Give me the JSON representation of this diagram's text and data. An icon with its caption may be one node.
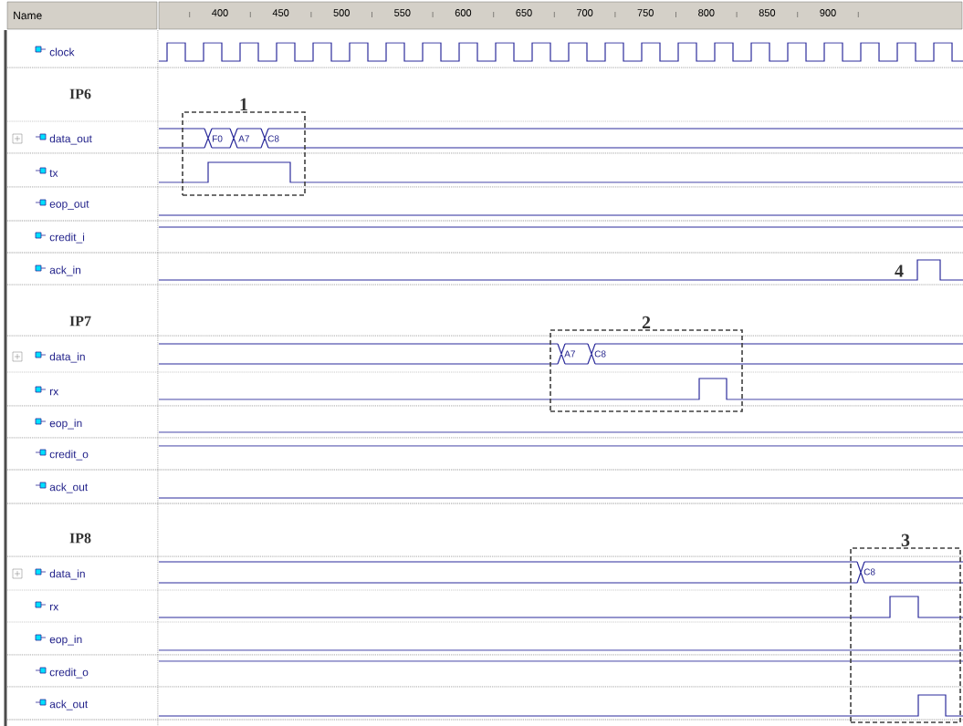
{
  "diagram": {
    "nodes": [
      {
        "text": [
          "1"
        ]
      },
      {
        "text": [
          "2"
        ]
      },
      {
        "text": [
          "3"
        ]
      }
    ],
    "labels": [
      "Name",
      "400",
      "450",
      "500",
      "550",
      "600",
      "650",
      "700",
      "750",
      "800",
      "850",
      "900",
      "clock",
      "IP6",
      "data_out",
      "F0",
      "A7",
      "C8",
      "tx",
      "eop_out",
      "credit_i",
      "ack_in",
      "4",
      "IP7",
      "data_in",
      "A7",
      "C8",
      "rx",
      "eop_in",
      "credit_o",
      "ack_out",
      "IP8",
      "data_in",
      "C8",
      "rx",
      "eop_in",
      "credit_o",
      "ack_out"
    ]
  }
}
